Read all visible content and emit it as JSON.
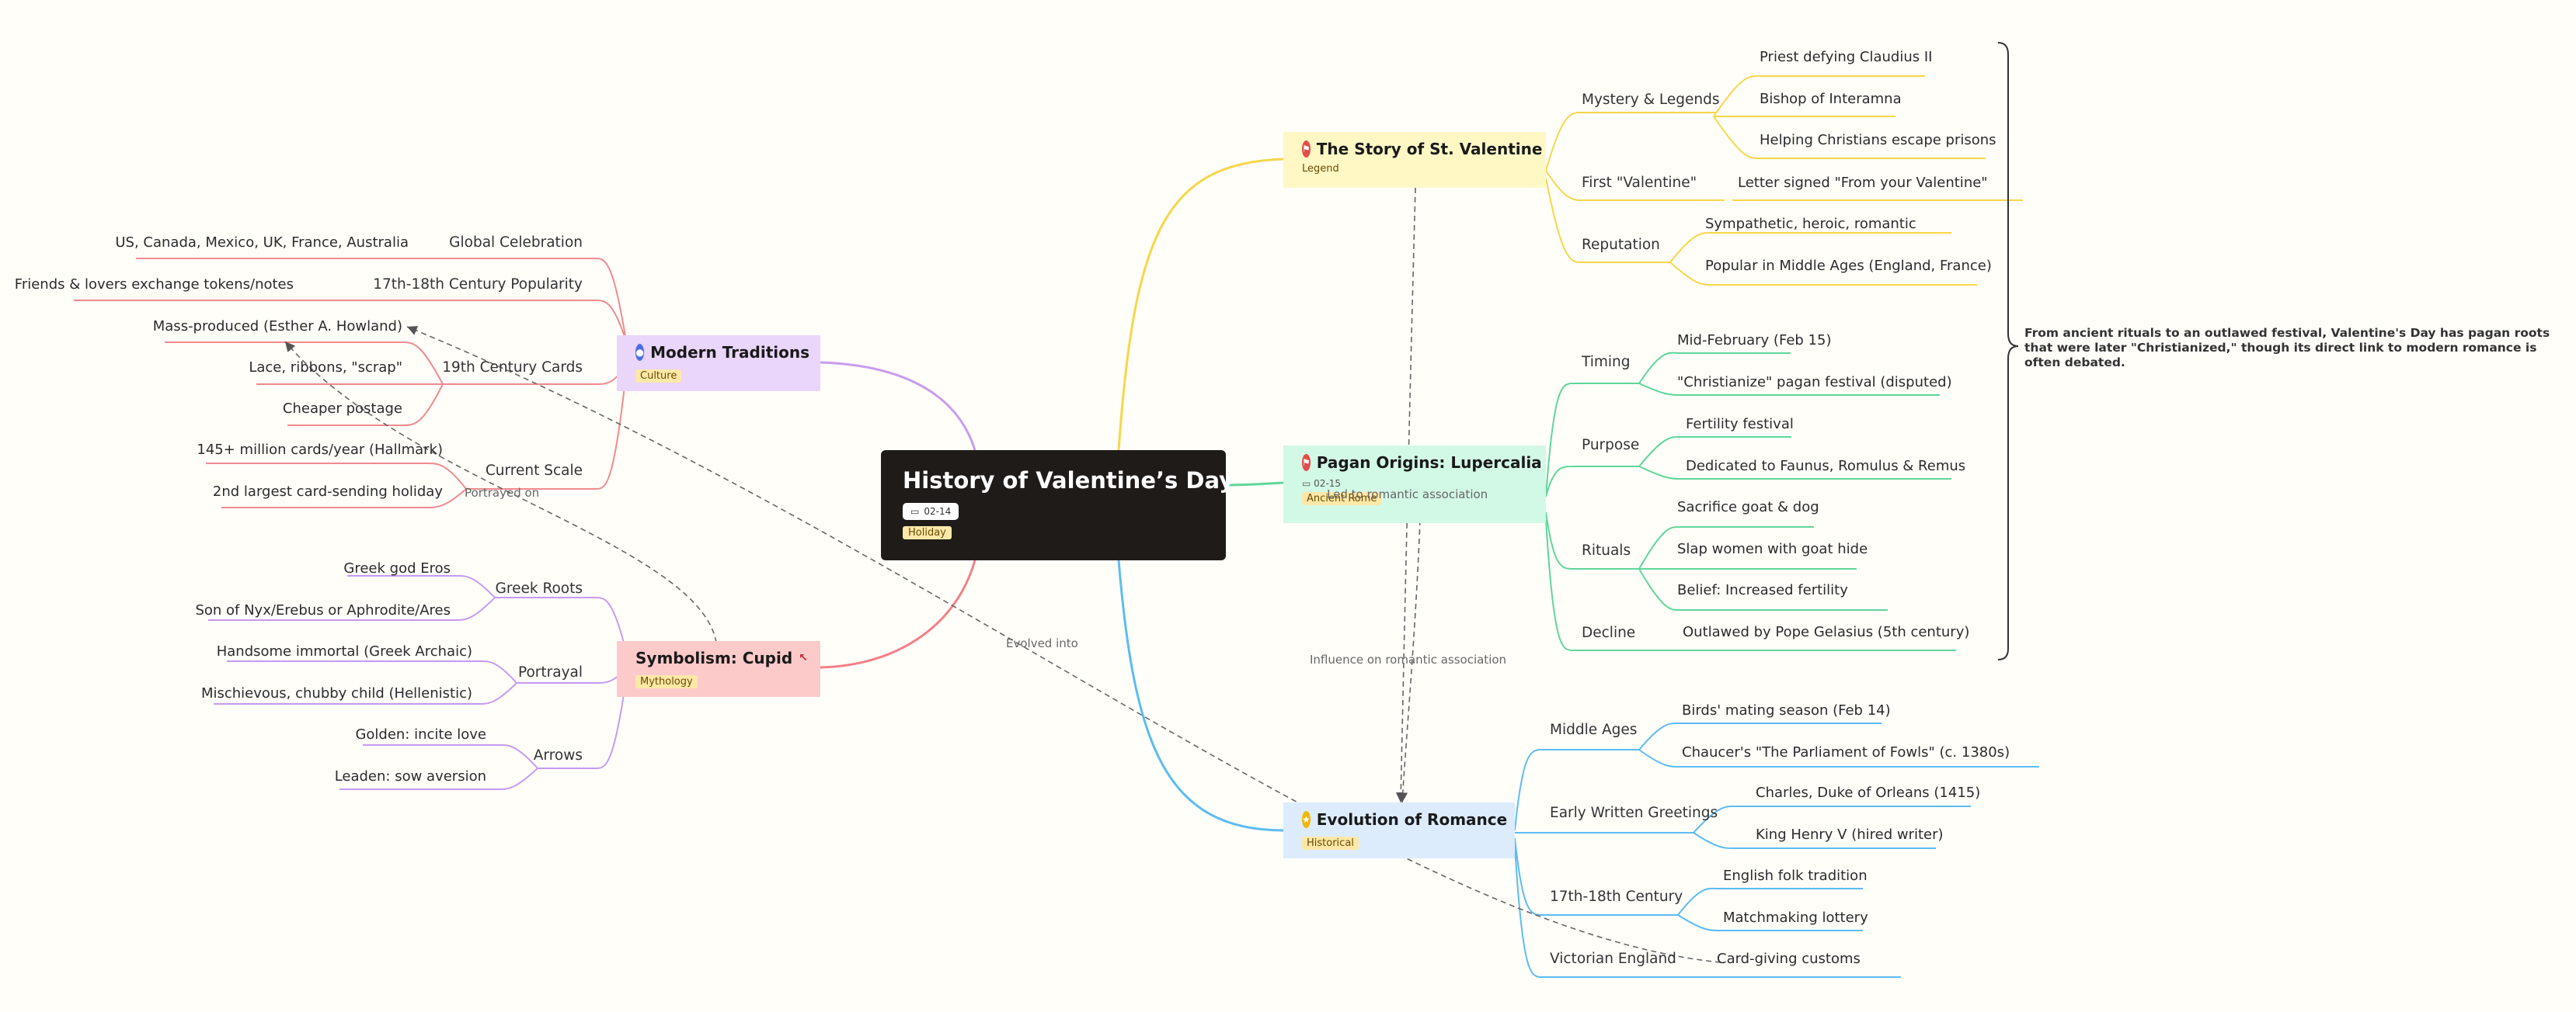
{
  "central": {
    "title": "History of Valentine’s Day",
    "date_chip": "02-14",
    "tag": "Holiday"
  },
  "topics": {
    "story": {
      "title": "The Story of St. Valentine",
      "tag": "Legend"
    },
    "pagan": {
      "title": "Pagan Origins: Lupercalia",
      "date_chip": "02-15",
      "tag": "Ancient Rome"
    },
    "evolution": {
      "title": "Evolution of Romance",
      "tag": "Historical"
    },
    "modern": {
      "title": "Modern Traditions",
      "tag": "Culture"
    },
    "cupid": {
      "title": "Symbolism: Cupid",
      "tag": "Mythology"
    }
  },
  "story_branches": {
    "mystery": {
      "label": "Mystery & Legends",
      "leaves": [
        "Priest defying Claudius II",
        "Bishop of Interamna",
        "Helping Christians escape prisons"
      ]
    },
    "first": {
      "label": "First \"Valentine\"",
      "leaves": [
        "Letter signed \"From your Valentine\""
      ]
    },
    "reputation": {
      "label": "Reputation",
      "leaves": [
        "Sympathetic, heroic, romantic",
        "Popular in Middle Ages (England, France)"
      ]
    }
  },
  "pagan_branches": {
    "timing": {
      "label": "Timing",
      "leaves": [
        "Mid-February (Feb 15)",
        "\"Christianize\" pagan festival (disputed)"
      ]
    },
    "purpose": {
      "label": "Purpose",
      "leaves": [
        "Fertility festival",
        "Dedicated to Faunus, Romulus & Remus"
      ]
    },
    "rituals": {
      "label": "Rituals",
      "leaves": [
        "Sacrifice goat & dog",
        "Slap women with goat hide",
        "Belief: Increased fertility"
      ]
    },
    "decline": {
      "label": "Decline",
      "leaves": [
        "Outlawed by Pope Gelasius (5th century)"
      ]
    }
  },
  "evolution_branches": {
    "middle": {
      "label": "Middle Ages",
      "leaves": [
        "Birds' mating season (Feb 14)",
        "Chaucer's \"The Parliament of Fowls\" (c. 1380s)"
      ]
    },
    "early": {
      "label": "Early Written Greetings",
      "leaves": [
        "Charles, Duke of Orleans (1415)",
        "King Henry V (hired writer)"
      ]
    },
    "c1718": {
      "label": "17th-18th Century",
      "leaves": [
        "English folk tradition",
        "Matchmaking lottery"
      ]
    },
    "victorian": {
      "label": "Victorian England",
      "leaves": [
        "Card-giving customs"
      ]
    }
  },
  "modern_branches": {
    "global": {
      "label": "Global Celebration",
      "leaves": [
        "US, Canada, Mexico, UK, France, Australia"
      ]
    },
    "popularity": {
      "label": "17th-18th Century Popularity",
      "leaves": [
        "Friends & lovers exchange tokens/notes"
      ]
    },
    "cards": {
      "label": "19th Century Cards",
      "leaves": [
        "Mass-produced (Esther A. Howland)",
        "Lace, ribbons, \"scrap\"",
        "Cheaper postage"
      ]
    },
    "scale": {
      "label": "Current Scale",
      "leaves": [
        "145+ million cards/year (Hallmark)",
        "2nd largest card-sending holiday"
      ]
    }
  },
  "cupid_branches": {
    "greek": {
      "label": "Greek Roots",
      "leaves": [
        "Greek god Eros",
        "Son of Nyx/Erebus or Aphrodite/Ares"
      ]
    },
    "portrayal": {
      "label": "Portrayal",
      "leaves": [
        "Handsome immortal (Greek Archaic)",
        "Mischievous, chubby child (Hellenistic)"
      ]
    },
    "arrows": {
      "label": "Arrows",
      "leaves": [
        "Golden: incite love",
        "Leaden: sow aversion"
      ]
    }
  },
  "relationships": {
    "led_to": "Led to romantic association",
    "influence": "Influence on romantic association",
    "evolved": "Evolved into",
    "portrayed": "Portrayed on"
  },
  "summary": "From ancient rituals to an outlawed festival, Valentine's Day has pagan roots that were later \"Christianized,\" though its direct link to modern romance is often debated.",
  "colors": {
    "story": "#f7d64a",
    "story_fill": "#fff8c5",
    "pagan": "#5fd69a",
    "pagan_fill": "#d2f8e6",
    "evolution": "#5cbcf2",
    "evolution_fill": "#dcecfd",
    "modern_line": "#c99bf0",
    "modern_fill": "#ead5fb",
    "cupid_line": "#f47f86",
    "cupid_fill": "#fdcaca",
    "modern_leaf": "#f08a8f",
    "cupid_leaf": "#c79af1",
    "central": "#1f1b18"
  },
  "icons": {
    "story": "flag-icon",
    "pagan": "flag-icon",
    "evolution": "star-icon",
    "modern": "user-icon",
    "cupid": "cursor-icon",
    "date": "calendar-icon"
  }
}
